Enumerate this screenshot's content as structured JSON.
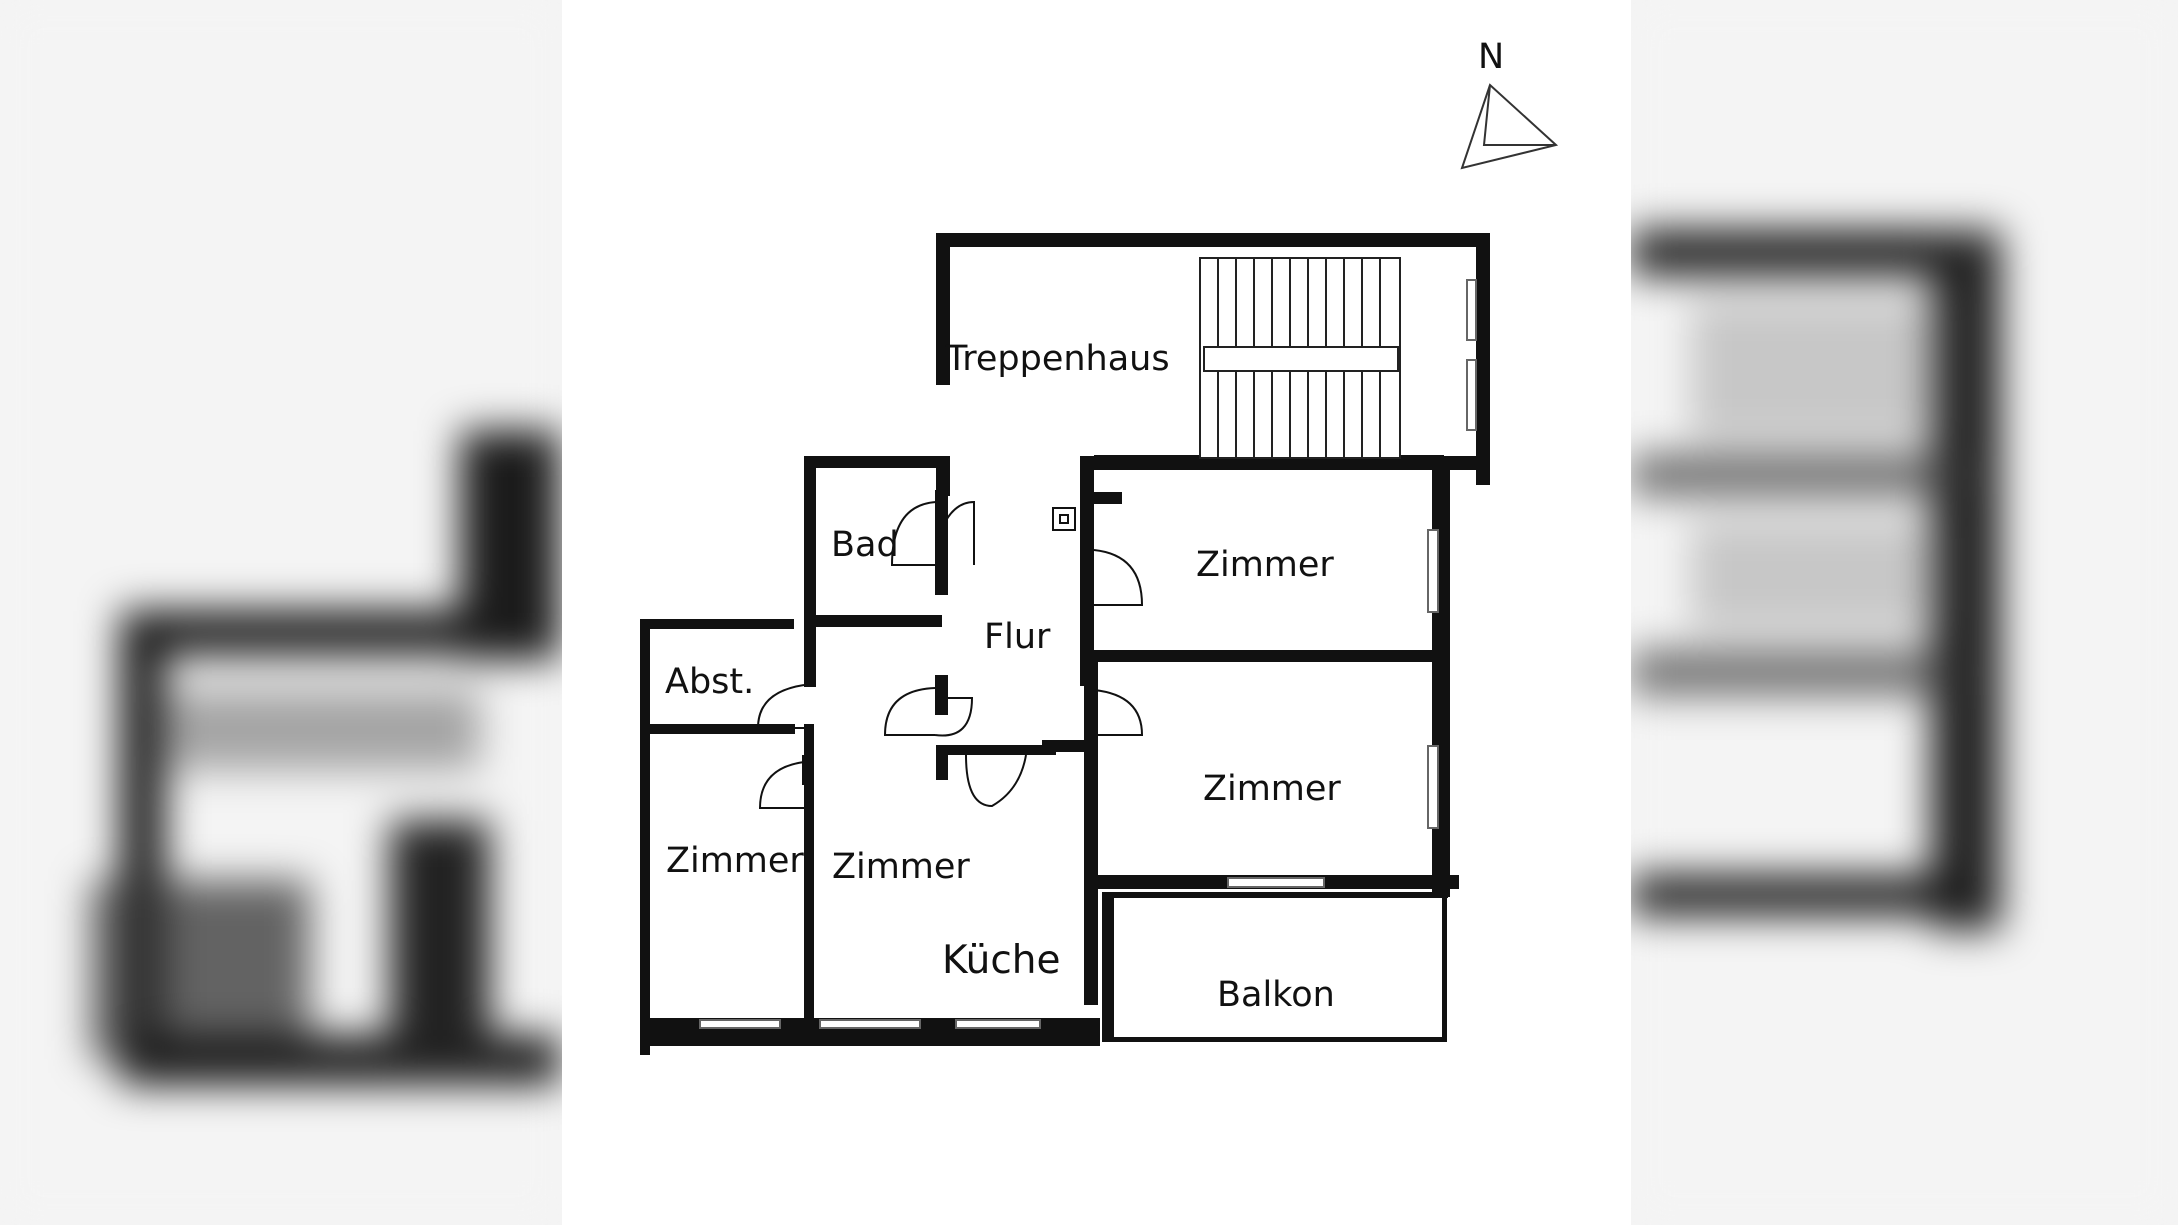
{
  "compass": {
    "north_label": "N"
  },
  "rooms": {
    "treppenhaus": "Treppenhaus",
    "bad": "Bad",
    "flur": "Flur",
    "zimmer_north": "Zimmer",
    "abst": "Abst.",
    "zimmer_east": "Zimmer",
    "zimmer_southwest": "Zimmer",
    "zimmer_south": "Zimmer",
    "kueche": "Küche",
    "balkon": "Balkon"
  },
  "colors": {
    "wall": "#111111",
    "background": "#ffffff",
    "blur_background": "#f4f4f4"
  }
}
